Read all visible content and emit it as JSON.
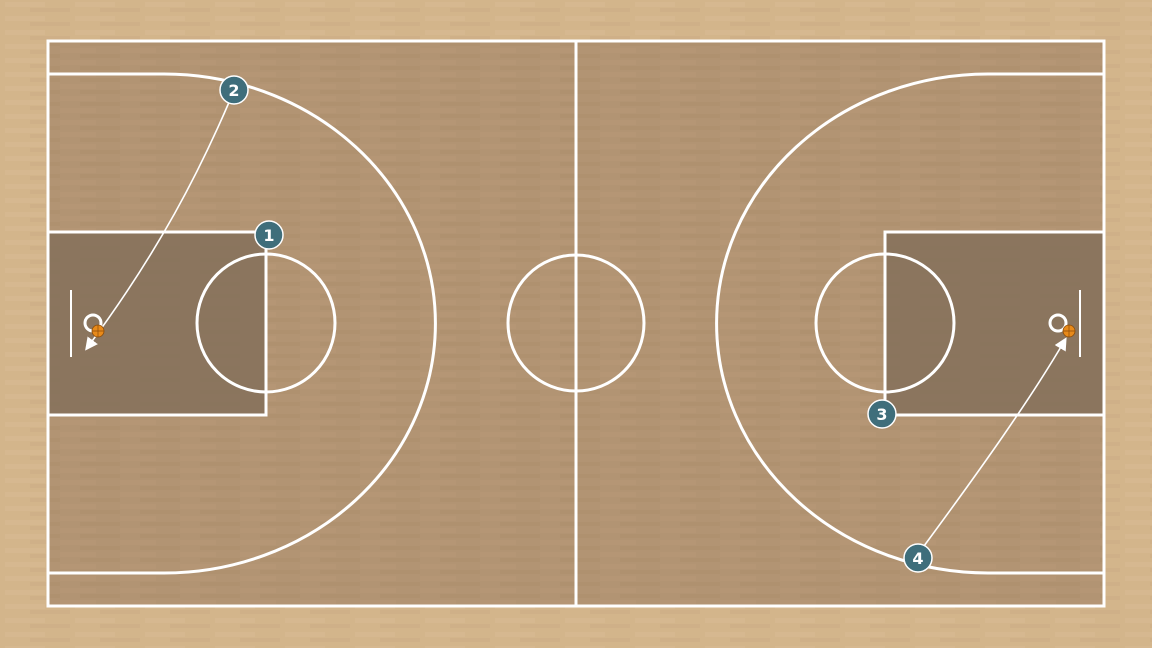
{
  "colors": {
    "floor_outer": "#d3b58b",
    "court_floor": "#b29473",
    "paint": "#84705a",
    "lines": "#ffffff",
    "player_fill": "#3f6e7b",
    "player_stroke": "#ffffff",
    "ball": "#e88a1a",
    "path": "#ffffff"
  },
  "players": [
    {
      "id": "player-1",
      "label": "1"
    },
    {
      "id": "player-2",
      "label": "2"
    },
    {
      "id": "player-3",
      "label": "3"
    },
    {
      "id": "player-4",
      "label": "4"
    }
  ],
  "icons": {
    "ball_left": "basketball-icon",
    "ball_right": "basketball-icon"
  }
}
